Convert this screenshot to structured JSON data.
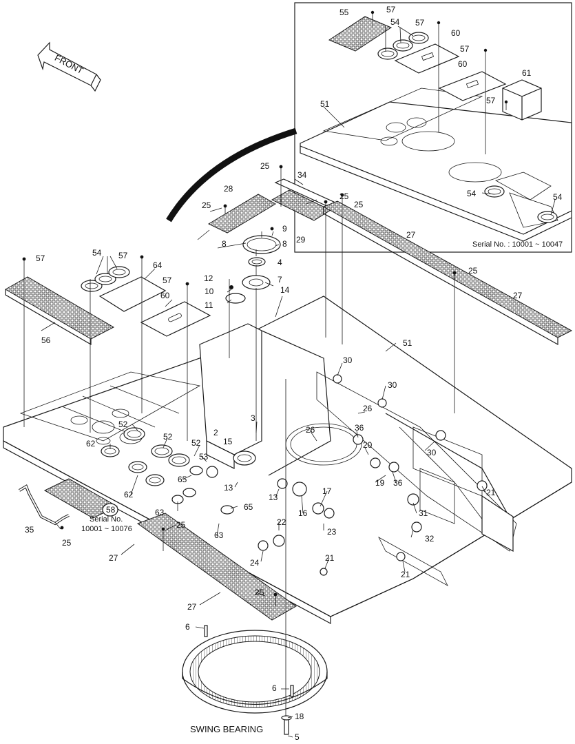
{
  "front_arrow": {
    "label": "FRONT"
  },
  "inset": {
    "serial_note": "Serial No. : 10001 ~ 10047"
  },
  "bottom": {
    "caption": "SWING BEARING"
  },
  "serial_callout": {
    "badge": "58",
    "line1": "Serial No.",
    "line2": "10001 ~ 10076"
  },
  "callouts": [
    {
      "id": "c55",
      "text": "55"
    },
    {
      "id": "c57a",
      "text": "57"
    },
    {
      "id": "c54a",
      "text": "54"
    },
    {
      "id": "c57b",
      "text": "57"
    },
    {
      "id": "c60a",
      "text": "60"
    },
    {
      "id": "c57c",
      "text": "57"
    },
    {
      "id": "c60b",
      "text": "60"
    },
    {
      "id": "c61",
      "text": "61"
    },
    {
      "id": "c51a",
      "text": "51"
    },
    {
      "id": "c57d",
      "text": "57"
    },
    {
      "id": "c54b",
      "text": "54"
    },
    {
      "id": "c54c",
      "text": "54"
    },
    {
      "id": "c25a",
      "text": "25"
    },
    {
      "id": "c34",
      "text": "34"
    },
    {
      "id": "c28",
      "text": "28"
    },
    {
      "id": "c25b",
      "text": "25"
    },
    {
      "id": "c25c",
      "text": "25"
    },
    {
      "id": "c25d",
      "text": "25"
    },
    {
      "id": "c29",
      "text": "29"
    },
    {
      "id": "c27a",
      "text": "27"
    },
    {
      "id": "c9",
      "text": "9"
    },
    {
      "id": "c8a",
      "text": "8"
    },
    {
      "id": "c8b",
      "text": "8"
    },
    {
      "id": "c4",
      "text": "4"
    },
    {
      "id": "c7",
      "text": "7"
    },
    {
      "id": "c12",
      "text": "12"
    },
    {
      "id": "c10",
      "text": "10"
    },
    {
      "id": "c11",
      "text": "11"
    },
    {
      "id": "c14",
      "text": "14"
    },
    {
      "id": "c25e",
      "text": "25"
    },
    {
      "id": "c27b",
      "text": "27"
    },
    {
      "id": "c57e",
      "text": "57"
    },
    {
      "id": "c54d",
      "text": "54"
    },
    {
      "id": "c57f",
      "text": "57"
    },
    {
      "id": "c64",
      "text": "64"
    },
    {
      "id": "c57g",
      "text": "57"
    },
    {
      "id": "c60c",
      "text": "60"
    },
    {
      "id": "c56",
      "text": "56"
    },
    {
      "id": "c51b",
      "text": "51"
    },
    {
      "id": "c30a",
      "text": "30"
    },
    {
      "id": "c30b",
      "text": "30"
    },
    {
      "id": "c26a",
      "text": "26"
    },
    {
      "id": "c3",
      "text": "3"
    },
    {
      "id": "c52a",
      "text": "52"
    },
    {
      "id": "c52b",
      "text": "52"
    },
    {
      "id": "c52c",
      "text": "52"
    },
    {
      "id": "c2",
      "text": "2"
    },
    {
      "id": "c15",
      "text": "15"
    },
    {
      "id": "c26b",
      "text": "26"
    },
    {
      "id": "c36a",
      "text": "36"
    },
    {
      "id": "c20",
      "text": "20"
    },
    {
      "id": "c30c",
      "text": "30"
    },
    {
      "id": "c62a",
      "text": "62"
    },
    {
      "id": "c53",
      "text": "53"
    },
    {
      "id": "c65a",
      "text": "65"
    },
    {
      "id": "c13a",
      "text": "13"
    },
    {
      "id": "c19",
      "text": "19"
    },
    {
      "id": "c36b",
      "text": "36"
    },
    {
      "id": "c21a",
      "text": "21"
    },
    {
      "id": "c62b",
      "text": "62"
    },
    {
      "id": "c13b",
      "text": "13"
    },
    {
      "id": "c65b",
      "text": "65"
    },
    {
      "id": "c16",
      "text": "16"
    },
    {
      "id": "c17",
      "text": "17"
    },
    {
      "id": "c63a",
      "text": "63"
    },
    {
      "id": "c31",
      "text": "31"
    },
    {
      "id": "c22",
      "text": "22"
    },
    {
      "id": "c23",
      "text": "23"
    },
    {
      "id": "c25f",
      "text": "25"
    },
    {
      "id": "c63b",
      "text": "63"
    },
    {
      "id": "c32",
      "text": "32"
    },
    {
      "id": "c35",
      "text": "35"
    },
    {
      "id": "c25g",
      "text": "25"
    },
    {
      "id": "c27c",
      "text": "27"
    },
    {
      "id": "c24",
      "text": "24"
    },
    {
      "id": "c21b",
      "text": "21"
    },
    {
      "id": "c21c",
      "text": "21"
    },
    {
      "id": "c25h",
      "text": "25"
    },
    {
      "id": "c27d",
      "text": "27"
    },
    {
      "id": "c6a",
      "text": "6"
    },
    {
      "id": "c6b",
      "text": "6"
    },
    {
      "id": "c18",
      "text": "18"
    },
    {
      "id": "c5",
      "text": "5"
    }
  ]
}
